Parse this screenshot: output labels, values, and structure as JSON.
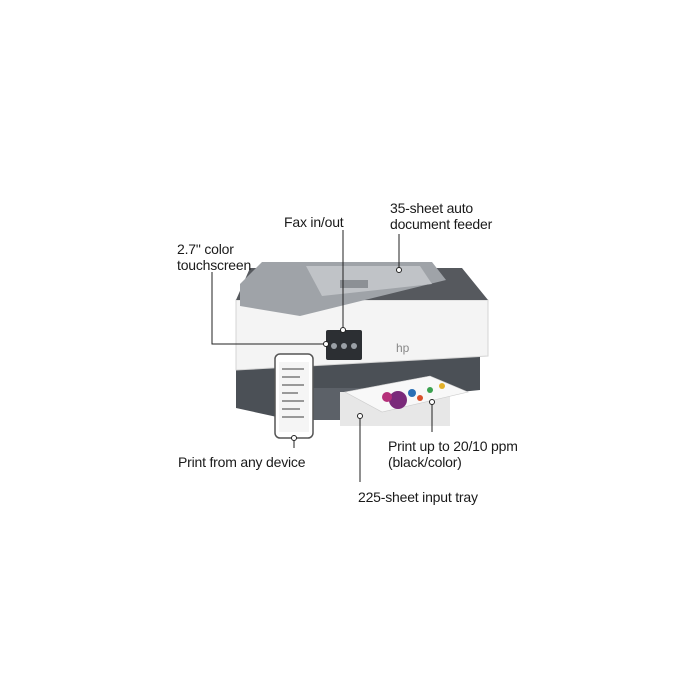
{
  "product": {
    "brand_logo": "hp"
  },
  "callouts": {
    "adf": {
      "line1": "35-sheet auto",
      "line2": "document feeder"
    },
    "fax": {
      "line1": "Fax in/out"
    },
    "touchscreen": {
      "line1": "2.7\" color",
      "line2": "touchscreen"
    },
    "device": {
      "line1": "Print from any device"
    },
    "speed": {
      "line1": "Print up to 20/10 ppm",
      "line2": "(black/color)"
    },
    "tray": {
      "line1": "225-sheet input tray"
    }
  },
  "colors": {
    "printer_body": "#f2f2f2",
    "printer_dark": "#4a4f55",
    "lid_gray": "#9a9ea3",
    "leader_line": "#222222"
  }
}
